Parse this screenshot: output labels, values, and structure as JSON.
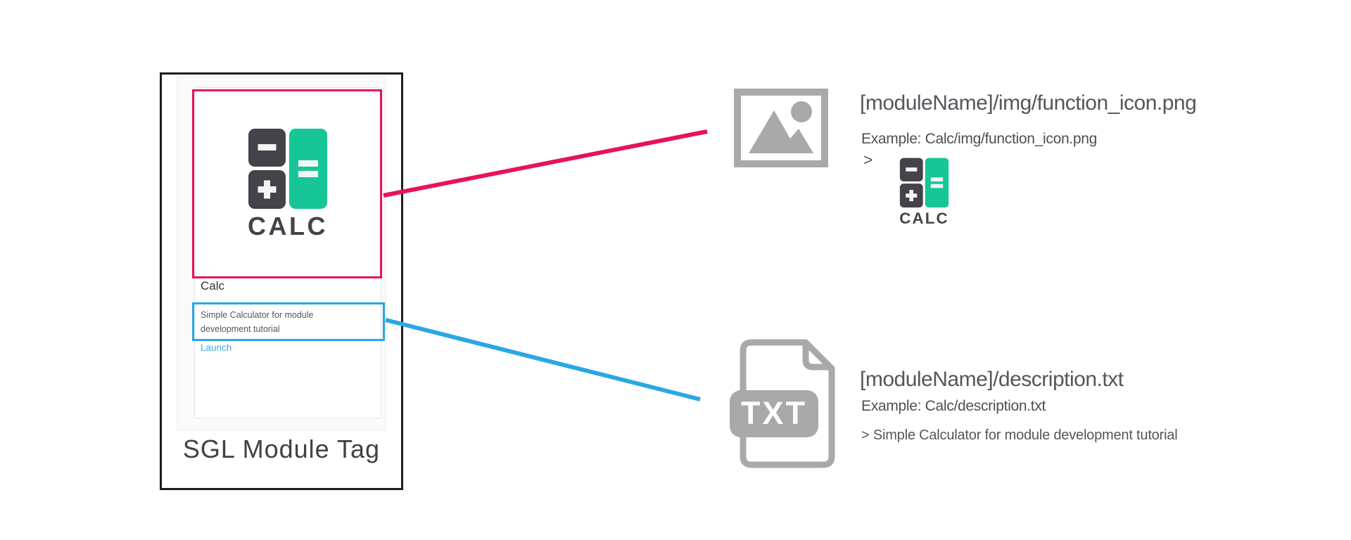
{
  "module_card": {
    "name": "Calc",
    "logo_text": "CALC",
    "description": [
      "Simple Calculator for module",
      "development tutorial"
    ],
    "launch_label": "Launch",
    "tag_label": "SGL Module Tag"
  },
  "files": {
    "icon": {
      "heading": "[moduleName]/img/function_icon.png",
      "example": "Example: Calc/img/function_icon.png",
      "prompt": ">"
    },
    "description": {
      "heading": "[moduleName]/description.txt",
      "example": "Example: Calc/description.txt",
      "badge": "TXT",
      "preview": "> Simple Calculator for module development tutorial"
    }
  },
  "icons": {
    "image_file": "image-icon",
    "text_file": "txt-file-icon",
    "calculator_logo": "calc-logo-icon"
  },
  "colors": {
    "highlight_pink": "#e8115f",
    "highlight_blue": "#29a8e3",
    "logo_green": "#17c697",
    "logo_dark": "#454349",
    "file_icon_gray": "#a9a9a9",
    "launch_link_blue": "#47a7f0",
    "frame_black": "#1d1d1d",
    "text_gray": "#55565c"
  }
}
